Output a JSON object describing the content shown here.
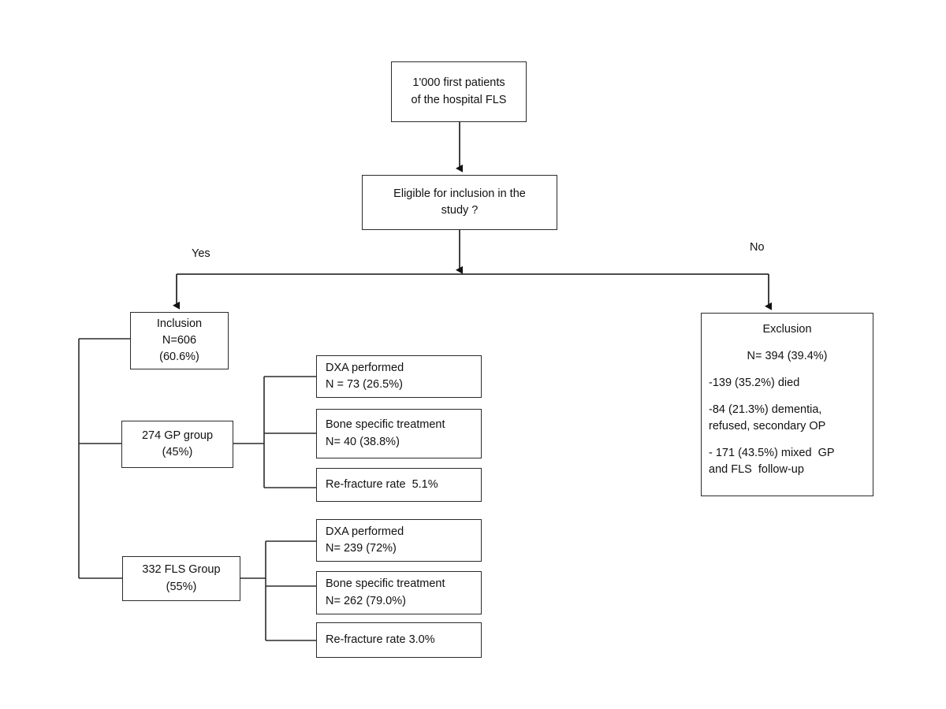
{
  "diagram": {
    "title": "FLS patient flow diagram",
    "nodes": {
      "cohort": {
        "name": "cohort-box",
        "lines": [
          "1'000 first patients",
          "of the hospital FLS"
        ]
      },
      "eligibility": {
        "name": "eligibility-decision-box",
        "lines": [
          "Eligible for inclusion in the",
          "study ?"
        ]
      },
      "inclusion": {
        "name": "inclusion-box",
        "lines": [
          "Inclusion",
          "N=606",
          "(60.6%)"
        ]
      },
      "exclusion": {
        "name": "exclusion-box",
        "blocks": [
          {
            "align": "center",
            "lines": [
              "Exclusion"
            ]
          },
          {
            "align": "center",
            "lines": [
              "N= 394 (39.4%)"
            ]
          },
          {
            "align": "left",
            "lines": [
              "-139 (35.2%) died"
            ]
          },
          {
            "align": "left",
            "lines": [
              "-84 (21.3%) dementia,",
              "refused, secondary OP"
            ]
          },
          {
            "align": "left",
            "lines": [
              "- 171 (43.5%) mixed  GP",
              "and FLS  follow-up"
            ]
          }
        ]
      },
      "gp_group": {
        "name": "gp-group-box",
        "lines": [
          "274 GP group",
          "(45%)"
        ]
      },
      "fls_group": {
        "name": "fls-group-box",
        "lines": [
          "332 FLS Group",
          "(55%)"
        ]
      },
      "gp_dxa": {
        "name": "gp-dxa-box",
        "lines": [
          "DXA performed",
          "N = 73 (26.5%)"
        ]
      },
      "gp_treatment": {
        "name": "gp-treatment-box",
        "lines": [
          "Bone specific treatment",
          "N= 40 (38.8%)"
        ]
      },
      "gp_refracture": {
        "name": "gp-refracture-box",
        "lines": [
          "Re-fracture rate  5.1%"
        ]
      },
      "fls_dxa": {
        "name": "fls-dxa-box",
        "lines": [
          "DXA performed",
          "N= 239 (72%)"
        ]
      },
      "fls_treatment": {
        "name": "fls-treatment-box",
        "lines": [
          "Bone specific treatment",
          "N= 262 (79.0%)"
        ]
      },
      "fls_refracture": {
        "name": "fls-refracture-box",
        "lines": [
          "Re-fracture rate 3.0%"
        ]
      }
    },
    "edge_labels": {
      "yes": "Yes",
      "no": "No"
    },
    "colors": {
      "stroke": "#2b2b2b",
      "text": "#111111",
      "background": "#ffffff"
    }
  }
}
